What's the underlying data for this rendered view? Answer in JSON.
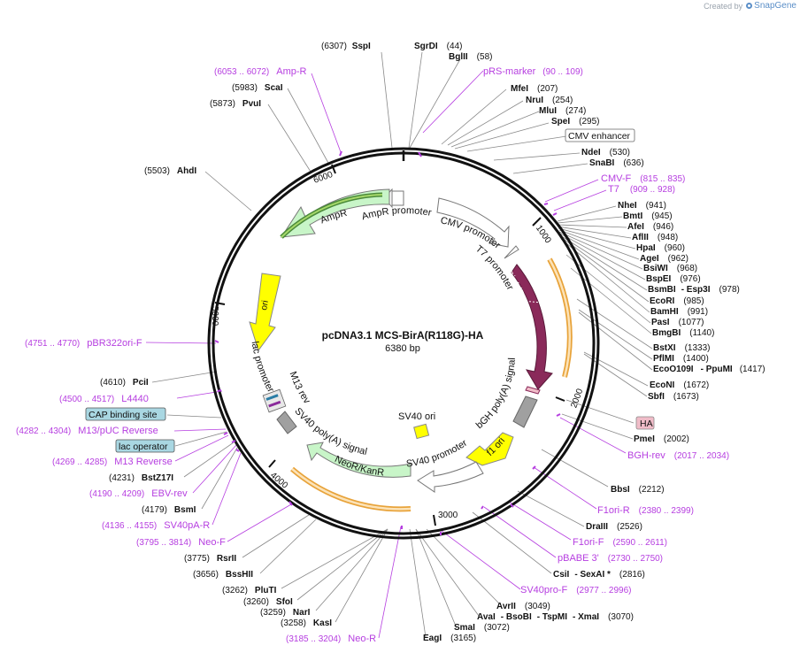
{
  "brand": {
    "created_by": "Created by",
    "name": "SnapGene"
  },
  "plasmid": {
    "name": "pcDNA3.1 MCS-BirA(R118G)-HA",
    "length": "6380 bp"
  },
  "ticks": [
    "1000",
    "2000",
    "3000",
    "4000",
    "5000",
    "6000"
  ],
  "features": {
    "ampr_promoter": "AmpR promoter",
    "ampr": "AmpR",
    "cmv_promoter": "CMV promoter",
    "t7_promoter": "T7 promoter",
    "bira": "BirA(R118G)",
    "bgh": "bGH poly(A) signal",
    "f1_ori": "f1 ori",
    "sv40_promoter": "SV40 promoter",
    "neo": "NeoR/KanR",
    "sv40_polya": "SV40 poly(A) signal",
    "m13_rev": "M13 rev",
    "lac_promoter": "lac promoter",
    "ori": "ori",
    "sv40_ori": "SV40 ori"
  },
  "colors": {
    "backbone": "#111111",
    "ampr": "#c8f5c8",
    "ampr_outline": "#4a8a3a",
    "ori": "#ffff00",
    "bira": "#8a2a5a",
    "primer": "#a020c0",
    "orange_dark": "#e8a33a",
    "orange_light": "#fce3b8",
    "grey": "#a0a0a0",
    "cap_box": "#a9d7e2",
    "ha_box": "#f0bcc8"
  },
  "labels": {
    "L1": {
      "pos": "(6307)",
      "name": "SspI"
    },
    "L2": {
      "name": "SgrDI",
      "pos": "(44)"
    },
    "L3": {
      "name": "BglII",
      "pos": "(58)"
    },
    "L4": {
      "pos": "(6053 .. 6072)",
      "name": "Amp-R"
    },
    "L5": {
      "name": "pRS-marker",
      "pos": "(90 .. 109)"
    },
    "L6": {
      "pos": "(5983)",
      "name": "ScaI"
    },
    "L7": {
      "name": "MfeI",
      "pos": "(207)"
    },
    "L8": {
      "name": "NruI",
      "pos": "(254)"
    },
    "L9": {
      "pos": "(5873)",
      "name": "PvuI"
    },
    "L10": {
      "name": "MluI",
      "pos": "(274)"
    },
    "L11": {
      "name": "SpeI",
      "pos": "(295)"
    },
    "L12": {
      "name": "CMV enhancer"
    },
    "L13": {
      "name": "NdeI",
      "pos": "(530)"
    },
    "L14": {
      "name": "SnaBI",
      "pos": "(636)"
    },
    "L15": {
      "pos": "(5503)",
      "name": "AhdI"
    },
    "L16": {
      "name": "CMV-F",
      "pos": "(815 .. 835)"
    },
    "L17": {
      "name": "T7",
      "pos": "(909 .. 928)"
    },
    "L18": {
      "name": "NheI",
      "pos": "(941)"
    },
    "L19": {
      "name": "BmtI",
      "pos": "(945)"
    },
    "L20": {
      "name": "AfeI",
      "pos": "(946)"
    },
    "L21": {
      "name": "AflII",
      "pos": "(948)"
    },
    "L22": {
      "name": "HpaI",
      "pos": "(960)"
    },
    "L23": {
      "name": "AgeI",
      "pos": "(962)"
    },
    "L24": {
      "name": "BsiWI",
      "pos": "(968)"
    },
    "L25": {
      "name": "BspEI",
      "pos": "(976)"
    },
    "L26": {
      "name": "BsmBI",
      "name2": "- Esp3I",
      "pos": "(978)"
    },
    "L27": {
      "name": "EcoRI",
      "pos": "(985)"
    },
    "L28": {
      "name": "BamHI",
      "pos": "(991)"
    },
    "L29": {
      "name": "PasI",
      "pos": "(1077)"
    },
    "L30": {
      "name": "BmgBI",
      "pos": "(1140)"
    },
    "L31": {
      "pos": "(4751 .. 4770)",
      "name": "pBR322ori-F"
    },
    "L32": {
      "name": "BstXI",
      "pos": "(1333)"
    },
    "L33": {
      "name": "PflMI",
      "pos": "(1400)"
    },
    "L34": {
      "name": "EcoO109I",
      "name2": "- PpuMI",
      "pos": "(1417)"
    },
    "L35": {
      "pos": "(4610)",
      "name": "PciI"
    },
    "L36": {
      "name": "EcoNI",
      "pos": "(1672)"
    },
    "L37": {
      "pos": "(4500 .. 4517)",
      "name": "L4440"
    },
    "L38": {
      "name": "SbfI",
      "pos": "(1673)"
    },
    "L39": {
      "name": "CAP binding site"
    },
    "L40": {
      "name": "HA"
    },
    "L41": {
      "pos": "(4282 .. 4304)",
      "name": "M13/pUC Reverse"
    },
    "L42": {
      "name": "PmeI",
      "pos": "(2002)"
    },
    "L43": {
      "name": "lac operator"
    },
    "L44": {
      "name": "BGH-rev",
      "pos": "(2017 .. 2034)"
    },
    "L45": {
      "pos": "(4269 .. 4285)",
      "name": "M13 Reverse"
    },
    "L46": {
      "pos": "(4231)",
      "name": "BstZ17I"
    },
    "L47": {
      "name": "BbsI",
      "pos": "(2212)"
    },
    "L48": {
      "pos": "(4190 .. 4209)",
      "name": "EBV-rev"
    },
    "L49": {
      "pos": "(4179)",
      "name": "BsmI"
    },
    "L50": {
      "name": "F1ori-R",
      "pos": "(2380 .. 2399)"
    },
    "L51": {
      "pos": "(4136 .. 4155)",
      "name": "SV40pA-R"
    },
    "L52": {
      "name": "DraIII",
      "pos": "(2526)"
    },
    "L53": {
      "pos": "(3795 .. 3814)",
      "name": "Neo-F"
    },
    "L54": {
      "name": "F1ori-F",
      "pos": "(2590 .. 2611)"
    },
    "L55": {
      "pos": "(3775)",
      "name": "RsrII"
    },
    "L56": {
      "name": "pBABE 3'",
      "pos": "(2730 .. 2750)"
    },
    "L57": {
      "pos": "(3656)",
      "name": "BssHII"
    },
    "L58": {
      "name": "CsiI",
      "name2": "- SexAI *",
      "pos": "(2816)"
    },
    "L59": {
      "pos": "(3262)",
      "name": "PluTI"
    },
    "L60": {
      "name": "SV40pro-F",
      "pos": "(2977 .. 2996)"
    },
    "L61": {
      "pos": "(3260)",
      "name": "SfoI"
    },
    "L62": {
      "pos": "(3259)",
      "name": "NarI"
    },
    "L63": {
      "name": "AvrII",
      "pos": "(3049)"
    },
    "L64": {
      "pos": "(3258)",
      "name": "KasI"
    },
    "L65": {
      "name": "AvaI",
      "name2": "- BsoBI",
      "name3": "- TspMI",
      "name4": "- XmaI",
      "pos": "(3070)"
    },
    "L66": {
      "name": "SmaI",
      "pos": "(3072)"
    },
    "L67": {
      "pos": "(3185 .. 3204)",
      "name": "Neo-R"
    },
    "L68": {
      "name": "EagI",
      "pos": "(3165)"
    }
  }
}
